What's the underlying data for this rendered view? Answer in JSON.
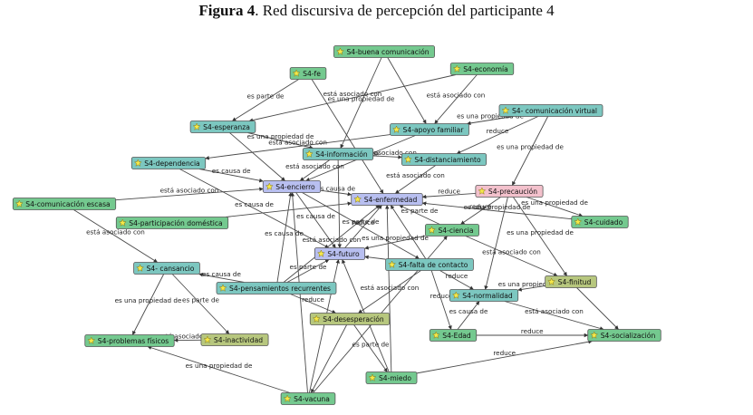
{
  "figure": {
    "label": "Figura 4",
    "title": ". Red discursiva de percepción del participante 4"
  },
  "colors": {
    "green": "#74c98f",
    "teal": "#7cc7c0",
    "olive": "#b7c77e",
    "lilac": "#b8bff0",
    "pink": "#f3c1cc"
  },
  "nodes": [
    {
      "id": "buena",
      "label": "S4-buena comunicación",
      "color": "green"
    },
    {
      "id": "fe",
      "label": "S4-fe",
      "color": "green"
    },
    {
      "id": "economia",
      "label": "S4-economía",
      "color": "green"
    },
    {
      "id": "esperanza",
      "label": "S4-esperanza",
      "color": "teal"
    },
    {
      "id": "apoyo",
      "label": "S4-apoyo familiar",
      "color": "teal"
    },
    {
      "id": "comvirtual",
      "label": "S4- comunicación virtual",
      "color": "teal"
    },
    {
      "id": "dependencia",
      "label": "S4-dependencia",
      "color": "teal"
    },
    {
      "id": "informacion",
      "label": "S4-información",
      "color": "teal"
    },
    {
      "id": "distanciamiento",
      "label": "S4-distanciamiento",
      "color": "teal"
    },
    {
      "id": "encierro",
      "label": "S4-encierro",
      "color": "lilac"
    },
    {
      "id": "precaucion",
      "label": "S4-precaución",
      "color": "pink"
    },
    {
      "id": "enfermedad",
      "label": "S4-enfermedad",
      "color": "lilac"
    },
    {
      "id": "comescasa",
      "label": "S4-comunicación escasa",
      "color": "green"
    },
    {
      "id": "participacion",
      "label": "S4-participación doméstica",
      "color": "green"
    },
    {
      "id": "cuidado",
      "label": "S4-cuidado",
      "color": "green"
    },
    {
      "id": "ciencia",
      "label": "S4-ciencia",
      "color": "green"
    },
    {
      "id": "futuro",
      "label": "S4-futuro",
      "color": "lilac"
    },
    {
      "id": "cansancio",
      "label": "S4- cansancio",
      "color": "teal"
    },
    {
      "id": "faltacontacto",
      "label": "S4-falta de contacto",
      "color": "teal"
    },
    {
      "id": "finitud",
      "label": "S4-finitud",
      "color": "olive"
    },
    {
      "id": "pensamientos",
      "label": "S4-pensamientos recurrentes",
      "color": "teal"
    },
    {
      "id": "normalidad",
      "label": "S4-normalidad",
      "color": "teal"
    },
    {
      "id": "desesperacion",
      "label": "S4-desesperación",
      "color": "olive"
    },
    {
      "id": "problemas",
      "label": "S4-problemas físicos",
      "color": "green"
    },
    {
      "id": "inactividad",
      "label": "S4-inactividad",
      "color": "olive"
    },
    {
      "id": "edad",
      "label": "S4-Edad",
      "color": "green"
    },
    {
      "id": "socializacion",
      "label": "S4-socialización",
      "color": "green"
    },
    {
      "id": "miedo",
      "label": "S4-miedo",
      "color": "green"
    },
    {
      "id": "vacuna",
      "label": "S4-vacuna",
      "color": "green"
    }
  ],
  "edges": [
    {
      "from": "fe",
      "to": "esperanza",
      "label": "es parte de"
    },
    {
      "from": "fe",
      "to": "enfermedad",
      "label": ""
    },
    {
      "from": "buena",
      "to": "apoyo",
      "label": ""
    },
    {
      "from": "buena",
      "to": "informacion",
      "label": "es una propiedad de"
    },
    {
      "from": "economia",
      "to": "apoyo",
      "label": "está asociado con"
    },
    {
      "from": "economia",
      "to": "esperanza",
      "label": "está asociado con"
    },
    {
      "from": "comvirtual",
      "to": "apoyo",
      "label": "es una propiedad de"
    },
    {
      "from": "comvirtual",
      "to": "distanciamiento",
      "label": "reduce"
    },
    {
      "from": "comvirtual",
      "to": "precaucion",
      "label": "es una propiedad de"
    },
    {
      "from": "esperanza",
      "to": "encierro",
      "label": ""
    },
    {
      "from": "esperanza",
      "to": "informacion",
      "label": "es una propiedad de"
    },
    {
      "from": "apoyo",
      "to": "dependencia",
      "label": "está asociado con"
    },
    {
      "from": "apoyo",
      "to": "encierro",
      "label": "es parte de"
    },
    {
      "from": "dependencia",
      "to": "encierro",
      "label": "es causa de"
    },
    {
      "from": "dependencia",
      "to": "futuro",
      "label": "es causa de"
    },
    {
      "from": "informacion",
      "to": "distanciamiento",
      "label": "está asociado con"
    },
    {
      "from": "informacion",
      "to": "futuro",
      "label": ""
    },
    {
      "from": "informacion",
      "to": "encierro",
      "label": "está asociado con"
    },
    {
      "from": "distanciamiento",
      "to": "enfermedad",
      "label": "está asociado con"
    },
    {
      "from": "comescasa",
      "to": "encierro",
      "label": "está asociado con"
    },
    {
      "from": "comescasa",
      "to": "cansancio",
      "label": "está asociado con"
    },
    {
      "from": "participacion",
      "to": "enfermedad",
      "label": ""
    },
    {
      "from": "encierro",
      "to": "enfermedad",
      "label": "es causa de"
    },
    {
      "from": "encierro",
      "to": "futuro",
      "label": "es causa de"
    },
    {
      "from": "encierro",
      "to": "faltacontacto",
      "label": "es parte de"
    },
    {
      "from": "precaucion",
      "to": "enfermedad",
      "label": "reduce"
    },
    {
      "from": "precaucion",
      "to": "cuidado",
      "label": "es una propiedad de"
    },
    {
      "from": "precaucion",
      "to": "ciencia",
      "label": "reduce"
    },
    {
      "from": "precaucion",
      "to": "normalidad",
      "label": ""
    },
    {
      "from": "cuidado",
      "to": "enfermedad",
      "label": "es una propiedad de"
    },
    {
      "from": "futuro",
      "to": "enfermedad",
      "label": "reduce"
    },
    {
      "from": "ciencia",
      "to": "enfermedad",
      "label": "es parte de"
    },
    {
      "from": "ciencia",
      "to": "futuro",
      "label": "es una propiedad de"
    },
    {
      "from": "ciencia",
      "to": "finitud",
      "label": "está asociado con"
    },
    {
      "from": "faltacontacto",
      "to": "enfermedad",
      "label": ""
    },
    {
      "from": "faltacontacto",
      "to": "normalidad",
      "label": "reduce"
    },
    {
      "from": "faltacontacto",
      "to": "futuro",
      "label": ""
    },
    {
      "from": "faltacontacto",
      "to": "desesperacion",
      "label": "está asociado con"
    },
    {
      "from": "faltacontacto",
      "to": "edad",
      "label": "reduce"
    },
    {
      "from": "finitud",
      "to": "normalidad",
      "label": "es una propiedad de"
    },
    {
      "from": "finitud",
      "to": "socializacion",
      "label": ""
    },
    {
      "from": "precaucion",
      "to": "finitud",
      "label": "es una propiedad de"
    },
    {
      "from": "pensamientos",
      "to": "cansancio",
      "label": "es causa de"
    },
    {
      "from": "pensamientos",
      "to": "encierro",
      "label": "es causa de"
    },
    {
      "from": "pensamientos",
      "to": "futuro",
      "label": "es parte de"
    },
    {
      "from": "pensamientos",
      "to": "enfermedad",
      "label": "está asociado con"
    },
    {
      "from": "pensamientos",
      "to": "desesperacion",
      "label": "reduce"
    },
    {
      "from": "cansancio",
      "to": "problemas",
      "label": "es una propiedad de"
    },
    {
      "from": "cansancio",
      "to": "inactividad",
      "label": "es parte de"
    },
    {
      "from": "inactividad",
      "to": "problemas",
      "label": "está asociado con"
    },
    {
      "from": "desesperacion",
      "to": "miedo",
      "label": "es parte de"
    },
    {
      "from": "desesperacion",
      "to": "vacuna",
      "label": ""
    },
    {
      "from": "edad",
      "to": "socializacion",
      "label": "reduce"
    },
    {
      "from": "edad",
      "to": "normalidad",
      "label": "es causa de"
    },
    {
      "from": "normalidad",
      "to": "socializacion",
      "label": "está asociado con"
    },
    {
      "from": "miedo",
      "to": "socializacion",
      "label": "reduce"
    },
    {
      "from": "vacuna",
      "to": "problemas",
      "label": "es una propiedad de"
    },
    {
      "from": "vacuna",
      "to": "encierro",
      "label": ""
    },
    {
      "from": "vacuna",
      "to": "futuro",
      "label": ""
    },
    {
      "from": "vacuna",
      "to": "ciencia",
      "label": ""
    },
    {
      "from": "miedo",
      "to": "enfermedad",
      "label": ""
    },
    {
      "from": "miedo",
      "to": "futuro",
      "label": ""
    }
  ]
}
